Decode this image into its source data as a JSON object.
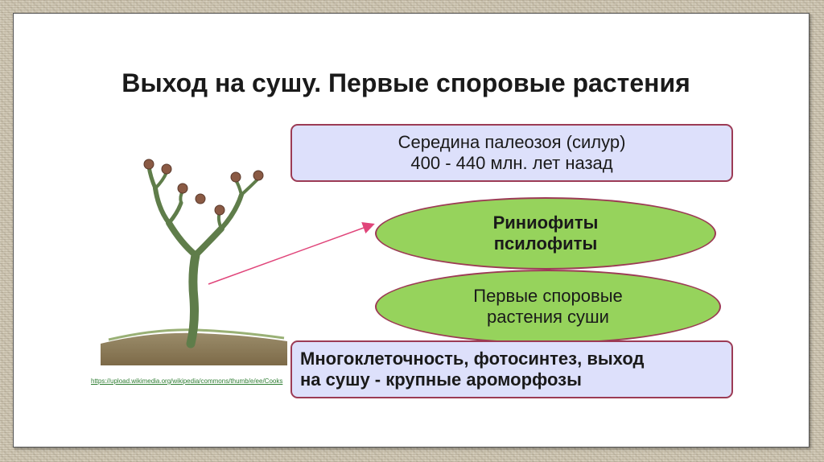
{
  "title": "Выход на сушу. Первые споровые растения",
  "period_box": {
    "line1": "Середина палеозоя (силур)",
    "line2": "400 - 440 млн. лет назад"
  },
  "groups_ellipse": {
    "line1": "Риниофиты",
    "line2": "псилофиты"
  },
  "first_plants_ellipse": {
    "line1": "Первые споровые",
    "line2": "растения суши"
  },
  "aromorphoses_box": {
    "line1": "Многоклеточность, фотосинтез, выход",
    "line2": "на сушу - крупные ароморфозы"
  },
  "image_credit": "https://upload.wikimedia.org/wikipedia/commons/thumb/e/ee/Cooks",
  "colors": {
    "box_fill": "#dde0fb",
    "ellipse_fill": "#96d35c",
    "border": "#9c3b55",
    "arrow": "#e0457a"
  }
}
